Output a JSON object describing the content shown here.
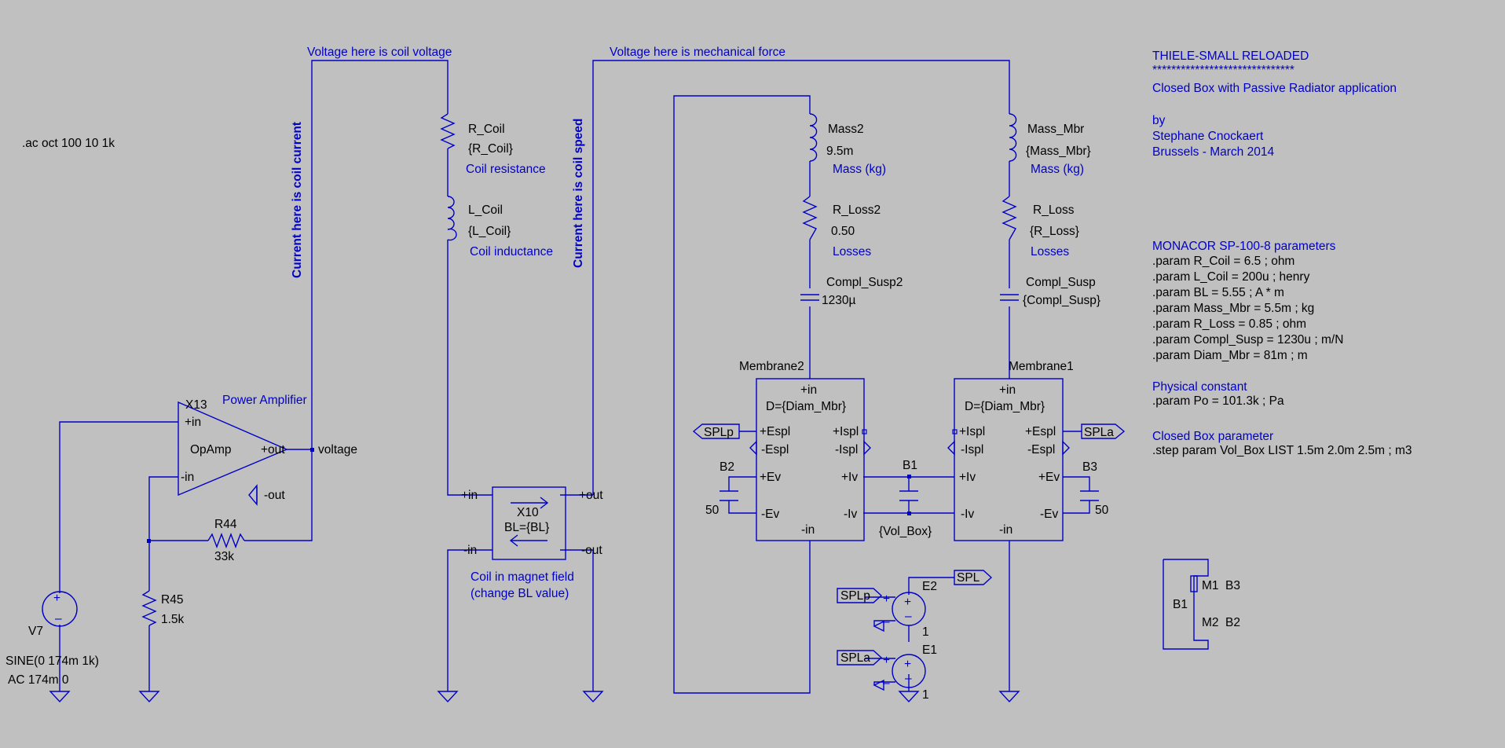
{
  "notes": {
    "ac_directive": ".ac oct 100 10 1k",
    "coil_voltage": "Voltage here is coil voltage",
    "mech_force": "Voltage here is mechanical force",
    "coil_current": "Current here is coil current",
    "coil_speed": "Current here is coil speed",
    "coil_in_field_1": "Coil in magnet field",
    "coil_in_field_2": "(change BL value)"
  },
  "header": {
    "title": "THIELE-SMALL RELOADED",
    "stars": "******************************",
    "subtitle": "Closed Box with Passive Radiator application",
    "by": "by",
    "author": "Stephane Cnockaert",
    "place_date": "Brussels - March 2014"
  },
  "params": {
    "heading": "MONACOR SP-100-8 parameters",
    "lines": [
      ".param R_Coil = 6.5 ; ohm",
      ".param L_Coil = 200u ; henry",
      ".param BL = 5.55 ; A * m",
      ".param Mass_Mbr = 5.5m ; kg",
      ".param R_Loss = 0.85 ; ohm",
      ".param Compl_Susp = 1230u ; m/N",
      ".param Diam_Mbr = 81m ; m"
    ],
    "phys_heading": "Physical constant",
    "phys_line": ".param Po = 101.3k ; Pa",
    "box_heading": "Closed Box parameter",
    "box_line": ".step param Vol_Box LIST  1.5m 2.0m 2.5m ; m3"
  },
  "source": {
    "name": "V7",
    "value1": "SINE(0 174m 1k)",
    "value2": "AC 174m 0"
  },
  "amplifier": {
    "name": "X13",
    "label": "Power Amplifier",
    "type": "OpAmp",
    "pin_in_p": "+in",
    "pin_in_n": "-in",
    "pin_out_p": "+out",
    "pin_out_n": "-out",
    "net_out": "voltage"
  },
  "r44": {
    "name": "R44",
    "value": "33k"
  },
  "r45": {
    "name": "R45",
    "value": "1.5k"
  },
  "coil": {
    "r_name": "R_Coil",
    "r_value": "{R_Coil}",
    "r_desc": "Coil resistance",
    "l_name": "L_Coil",
    "l_value": "{L_Coil}",
    "l_desc": "Coil inductance"
  },
  "gyrator": {
    "name": "X10",
    "value": "BL={BL}",
    "pin_in_p": "+in",
    "pin_in_n": "-in",
    "pin_out_p": "+out",
    "pin_out_n": "-out"
  },
  "branch2": {
    "mass_name": "Mass2",
    "mass_value": "9.5m",
    "mass_desc": "Mass (kg)",
    "loss_name": "R_Loss2",
    "loss_value": "0.50",
    "loss_desc": "Losses",
    "compl_name": "Compl_Susp2",
    "compl_value": "1230µ"
  },
  "branch1": {
    "mass_name": "Mass_Mbr",
    "mass_value": "{Mass_Mbr}",
    "mass_desc": "Mass (kg)",
    "loss_name": "R_Loss",
    "loss_value": "{R_Loss}",
    "loss_desc": "Losses",
    "compl_name": "Compl_Susp",
    "compl_value": "{Compl_Susp}"
  },
  "membrane2": {
    "name": "Membrane2",
    "param": "D={Diam_Mbr}",
    "pins": {
      "in_p": "+in",
      "in_n": "-in",
      "espl_p": "+Espl",
      "espl_n": "-Espl",
      "ispl_p": "+Ispl",
      "ispl_n": "-Ispl",
      "ev_p": "+Ev",
      "ev_n": "-Ev",
      "iv_p": "+Iv",
      "iv_n": "-Iv"
    }
  },
  "membrane1": {
    "name": "Membrane1",
    "param": "D={Diam_Mbr}",
    "pins": {
      "in_p": "+in",
      "in_n": "-in",
      "espl_p": "+Espl",
      "espl_n": "-Espl",
      "ispl_p": "+Ispl",
      "ispl_n": "-Ispl",
      "ev_p": "+Ev",
      "ev_n": "-Ev",
      "iv_p": "+Iv",
      "iv_n": "-Iv"
    }
  },
  "caps": {
    "b1": {
      "name": "B1",
      "value": "{Vol_Box}"
    },
    "b2": {
      "name": "B2",
      "value": "50"
    },
    "b3": {
      "name": "B3",
      "value": "50"
    }
  },
  "flags": {
    "splp": "SPLp",
    "spla": "SPLa",
    "spl": "SPL"
  },
  "sources_e": {
    "e2": {
      "name": "E2",
      "value": "1"
    },
    "e1": {
      "name": "E1",
      "value": "1"
    }
  },
  "legend": {
    "b1": "B1",
    "m1": "M1",
    "m2": "M2",
    "b3": "B3",
    "b2": "B2"
  }
}
